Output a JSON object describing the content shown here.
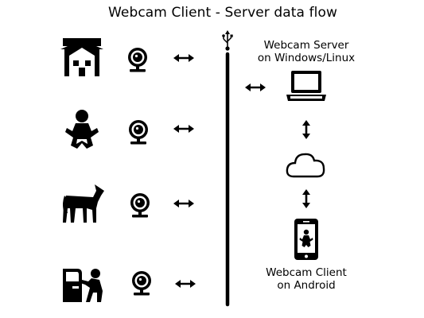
{
  "title": "Webcam Client - Server data flow",
  "server": {
    "line1": "Webcam Server",
    "line2": "on Windows/Linux"
  },
  "client": {
    "line1": "Webcam Client",
    "line2": "on Android"
  },
  "icons": {
    "sources": [
      "house-icon",
      "baby-icon",
      "dog-icon",
      "car-thief-icon"
    ],
    "webcam": "webcam-icon",
    "usb": "usb-icon",
    "laptop": "laptop-icon",
    "cloud": "cloud-icon",
    "phone": "smartphone-icon"
  }
}
